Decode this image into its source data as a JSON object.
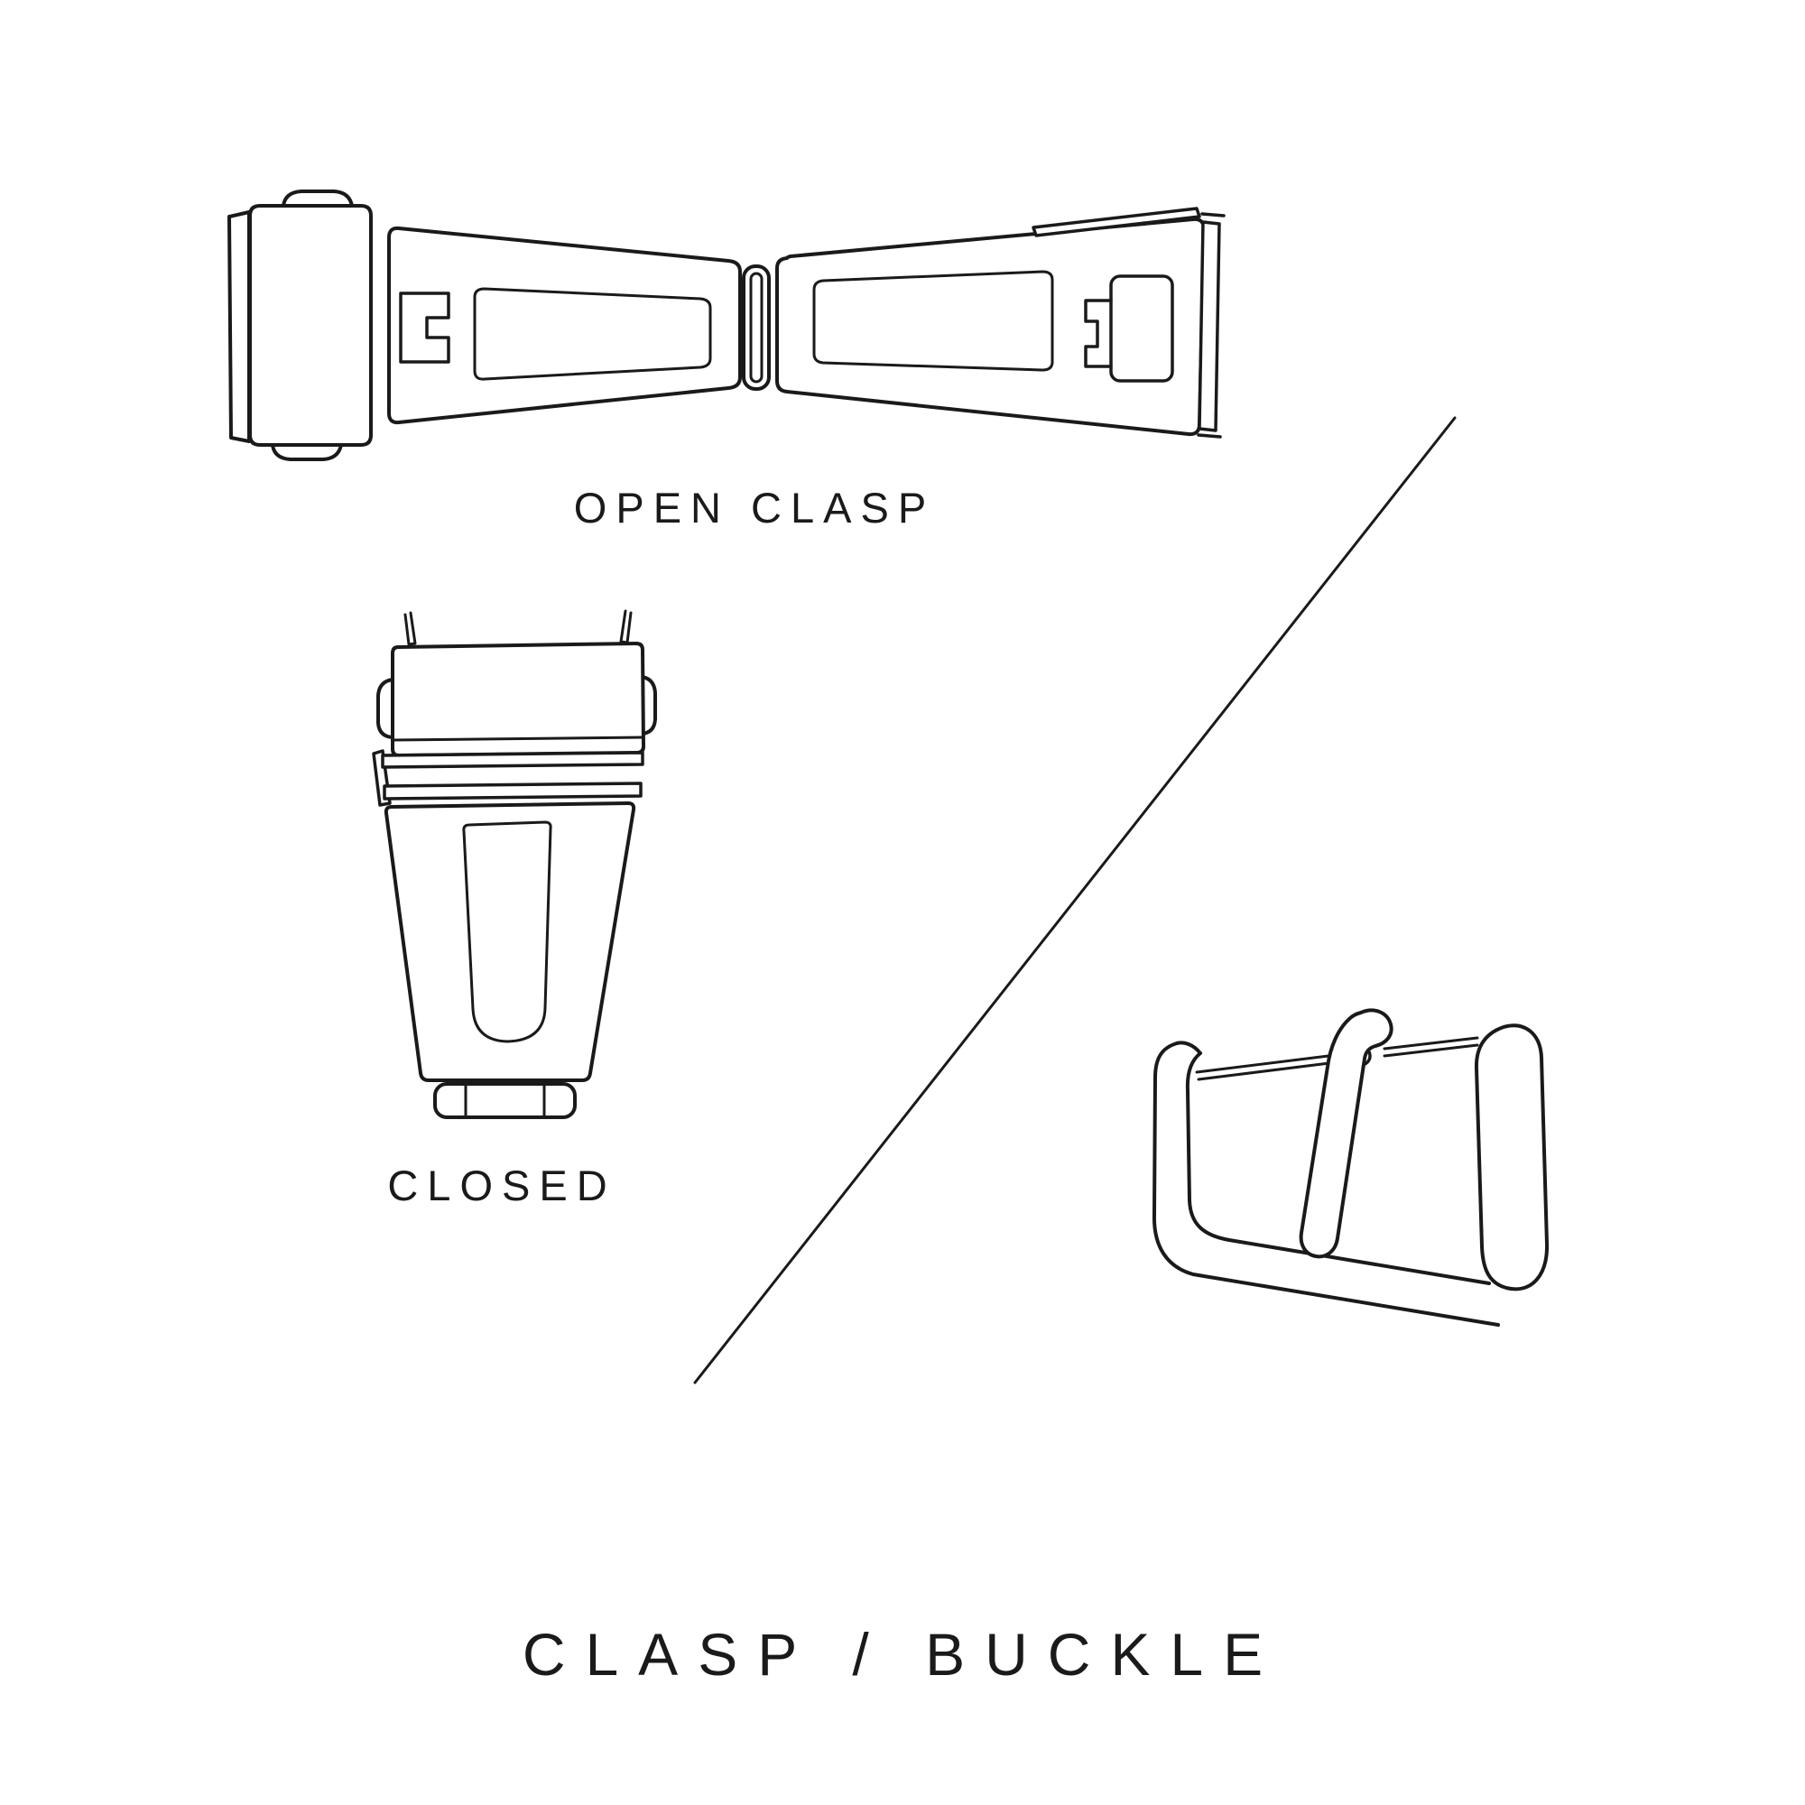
{
  "title": "CLASP / BUCKLE",
  "figures": {
    "open_clasp": {
      "label": "OPEN CLASP"
    },
    "closed_clasp": {
      "label": "CLOSED"
    },
    "buckle": {
      "label": ""
    }
  },
  "colors": {
    "ink": "#1a1a1a",
    "background": "#ffffff"
  }
}
